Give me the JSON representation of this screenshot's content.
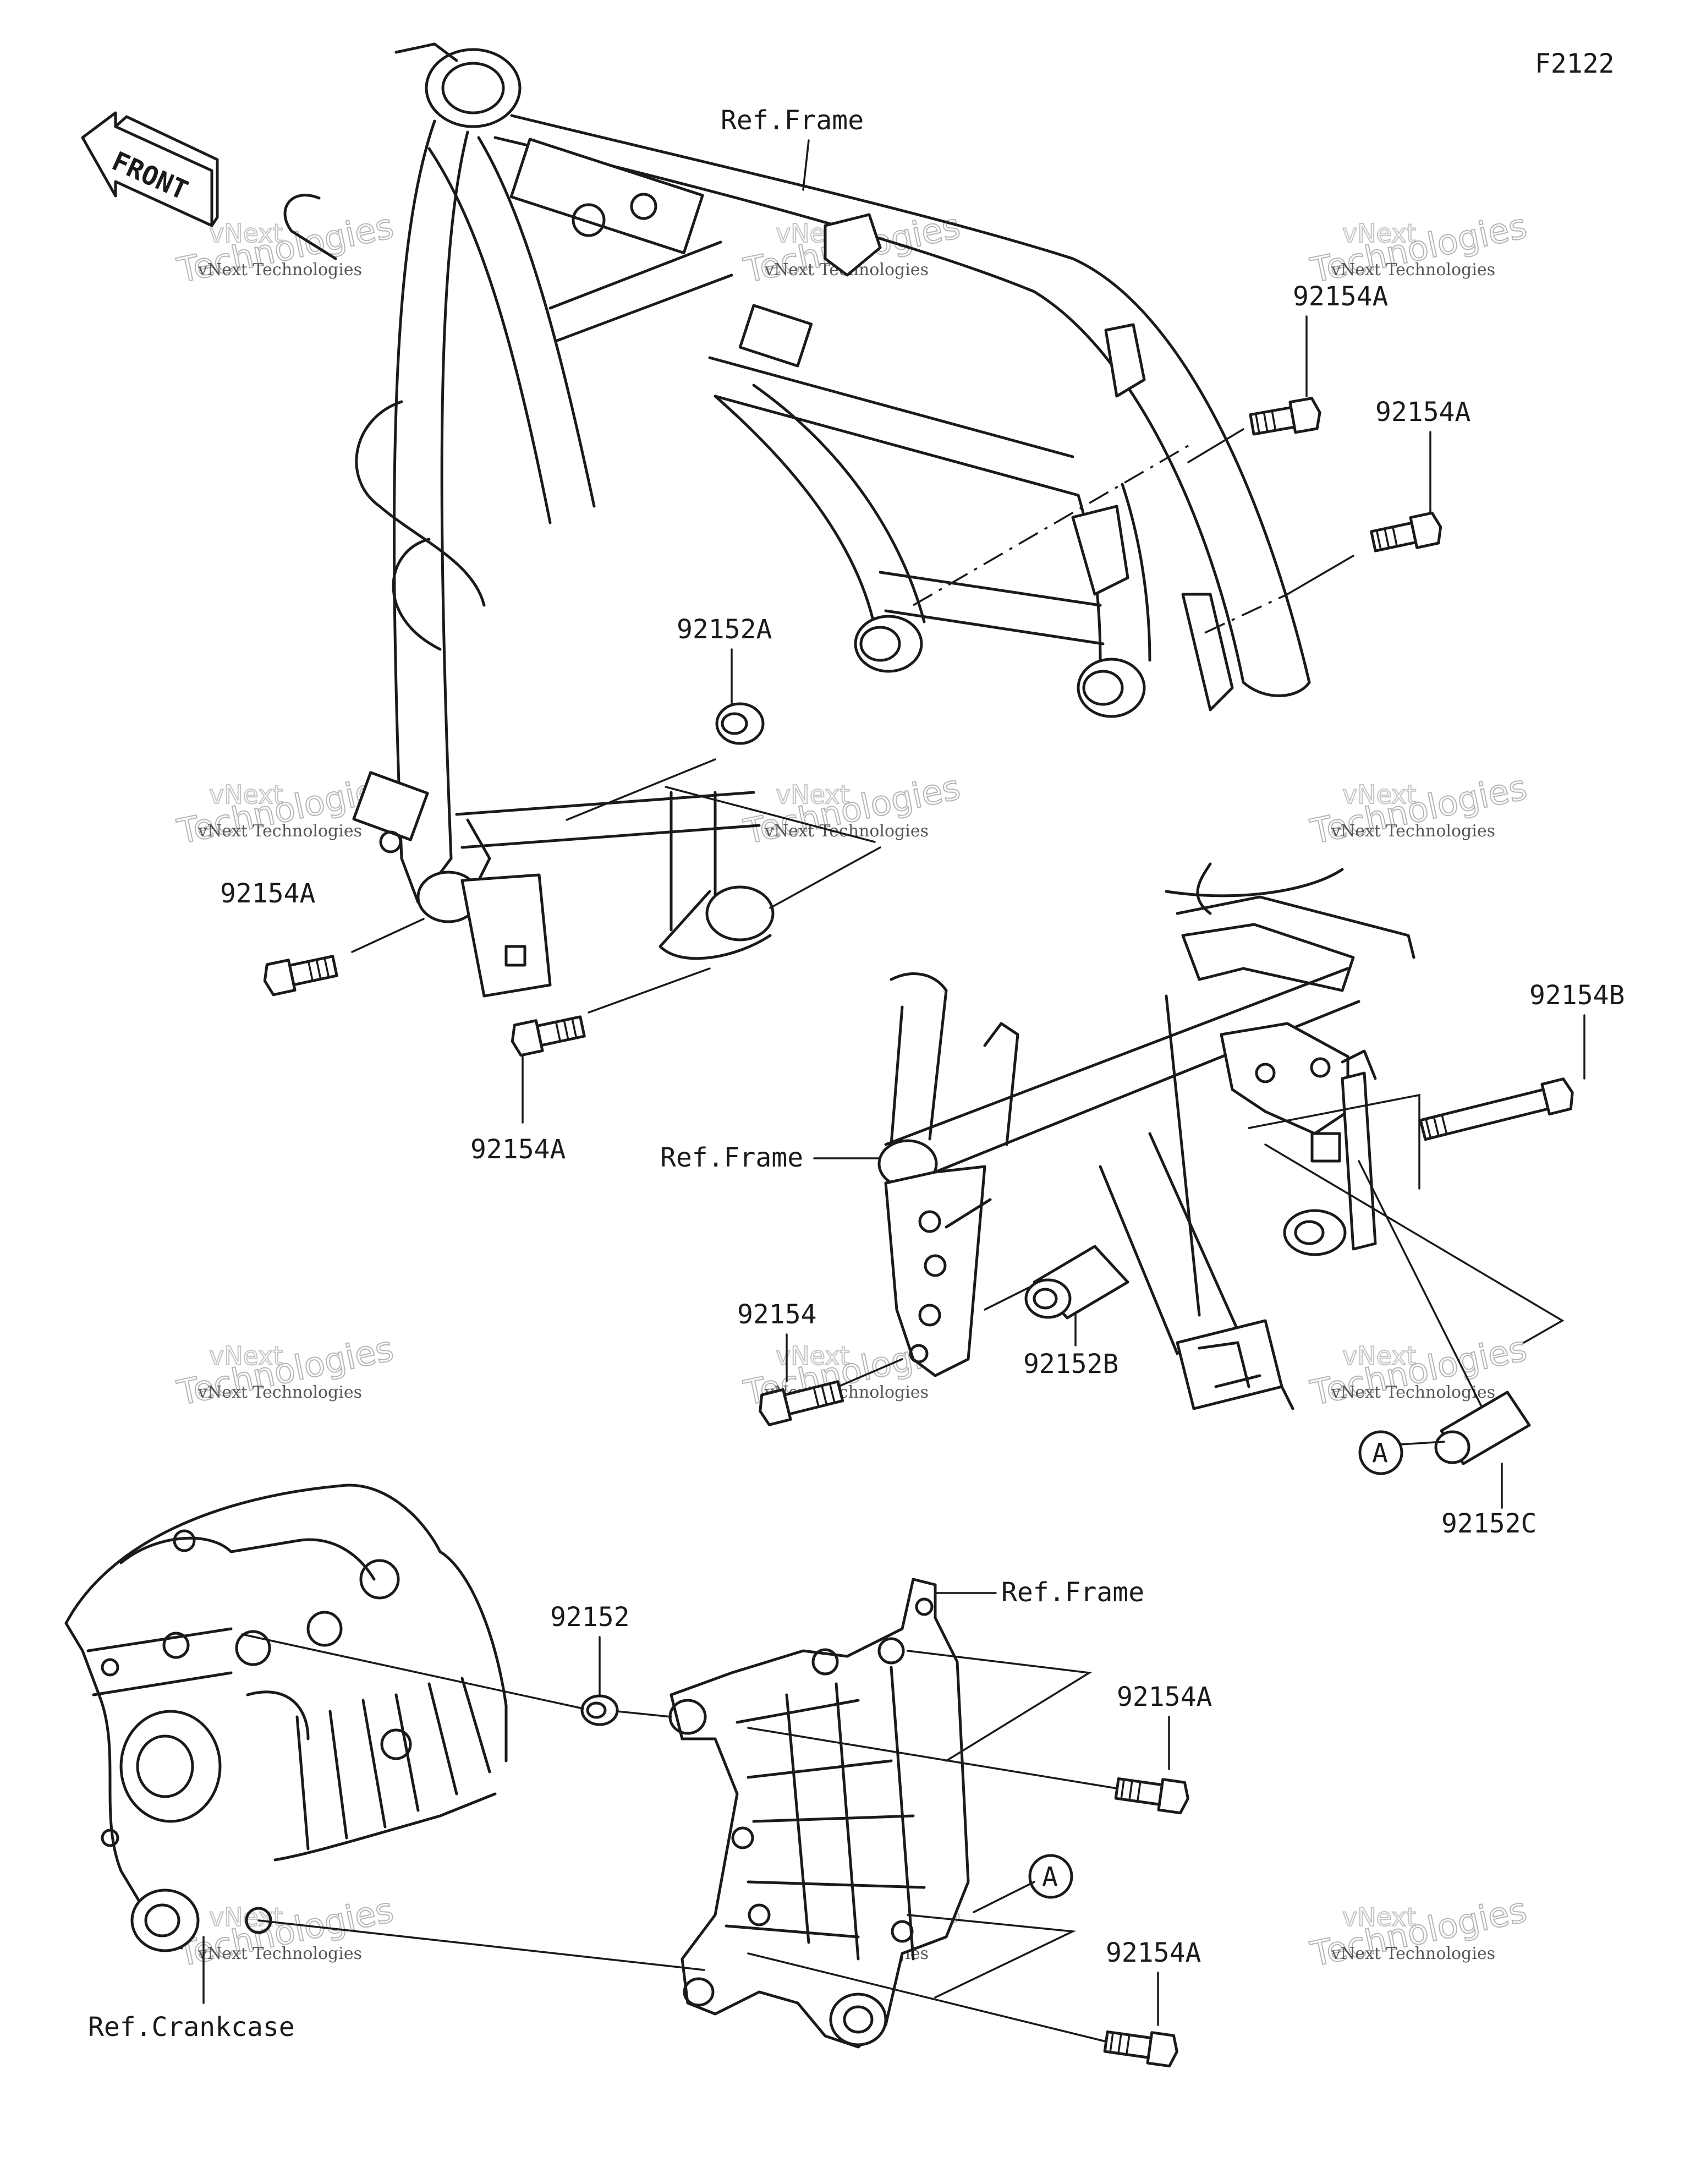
{
  "figure_code": "F2122",
  "front_arrow": {
    "label": "FRONT",
    "icon": "front-direction-arrow-icon"
  },
  "references": {
    "frame_top": "Ref.Frame",
    "frame_mid": "Ref.Frame",
    "frame_bottom": "Ref.Frame",
    "crankcase": "Ref.Crankcase"
  },
  "part_numbers": {
    "p1": "92154A",
    "p2": "92154A",
    "p3": "92152A",
    "p4": "92154A",
    "p5": "92154A",
    "p6": "92154B",
    "p7": "92154",
    "p8": "92152B",
    "p9": "92152C",
    "p10": "92152",
    "p11": "92154A",
    "p12": "92154A"
  },
  "callouts": {
    "a1": "A",
    "a2": "A"
  },
  "watermark": {
    "company": "vNext Technologies",
    "brand_top": "vNext",
    "brand_bottom": "Technologies"
  }
}
